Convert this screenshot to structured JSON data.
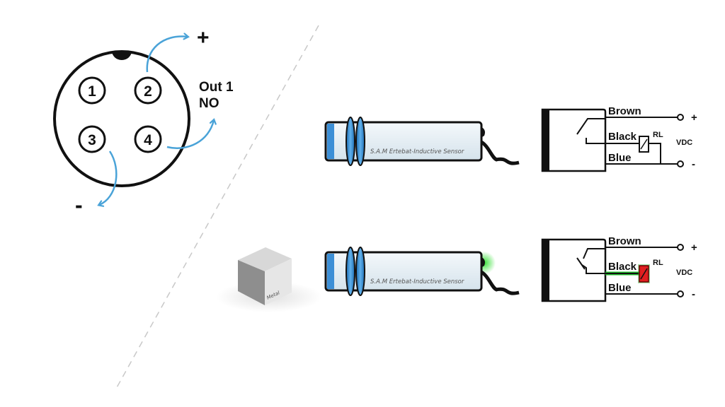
{
  "connector": {
    "pins": [
      "1",
      "2",
      "3",
      "4"
    ],
    "plus_label": "+",
    "minus_label": "-",
    "output_label_line1": "Out 1",
    "output_label_line2": "NO"
  },
  "sensor": {
    "label": "S.A.M Ertebat-Inductive Sensor"
  },
  "metal_block": {
    "label": "Metal"
  },
  "circuits": [
    {
      "state": "idle",
      "brown": "Brown",
      "black": "Black",
      "blue": "Blue",
      "relay": "RL",
      "supply": "VDC",
      "plus": "+",
      "minus": "-"
    },
    {
      "state": "active",
      "brown": "Brown",
      "black": "Black",
      "blue": "Blue",
      "relay": "RL",
      "supply": "VDC",
      "plus": "+",
      "minus": "-"
    }
  ],
  "colors": {
    "arrow": "#4aa3d8",
    "sensor_blue": "#2f86d0",
    "active_path": "#1fb82b",
    "active_relay": "#e02020"
  }
}
